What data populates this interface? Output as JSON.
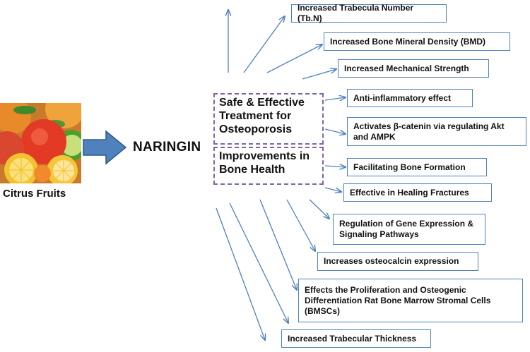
{
  "source": {
    "label": "Citrus Fruits"
  },
  "compound": {
    "label": "NARINGIN"
  },
  "central": {
    "safe_treatment": "Safe & Effective Treatment for Osteoporosis",
    "improvements": "Improvements in Bone Health"
  },
  "effects": [
    "Increased Trabecula Number (Tb.N)",
    "Increased Bone Mineral Density (BMD)",
    "Increased Mechanical Strength",
    "Anti-inflammatory effect",
    "Activates β-catenin via regulating Akt and AMPK",
    "Facilitating Bone Formation",
    "Effective in Healing Fractures",
    "Regulation of Gene Expression & Signaling Pathways",
    "Increases osteocalcin expression",
    "Effects the Proliferation and Osteogenic Differentiation Rat Bone Marrow Stromal Cells (BMSCs)",
    "Increased Trabecular Thickness"
  ],
  "colors": {
    "box_border": "#4f81bd",
    "arrow": "#4f81bd",
    "dashed_border": "#8064a2",
    "big_arrow_fill": "#4f81bd",
    "big_arrow_stroke": "#2f5a8c"
  }
}
